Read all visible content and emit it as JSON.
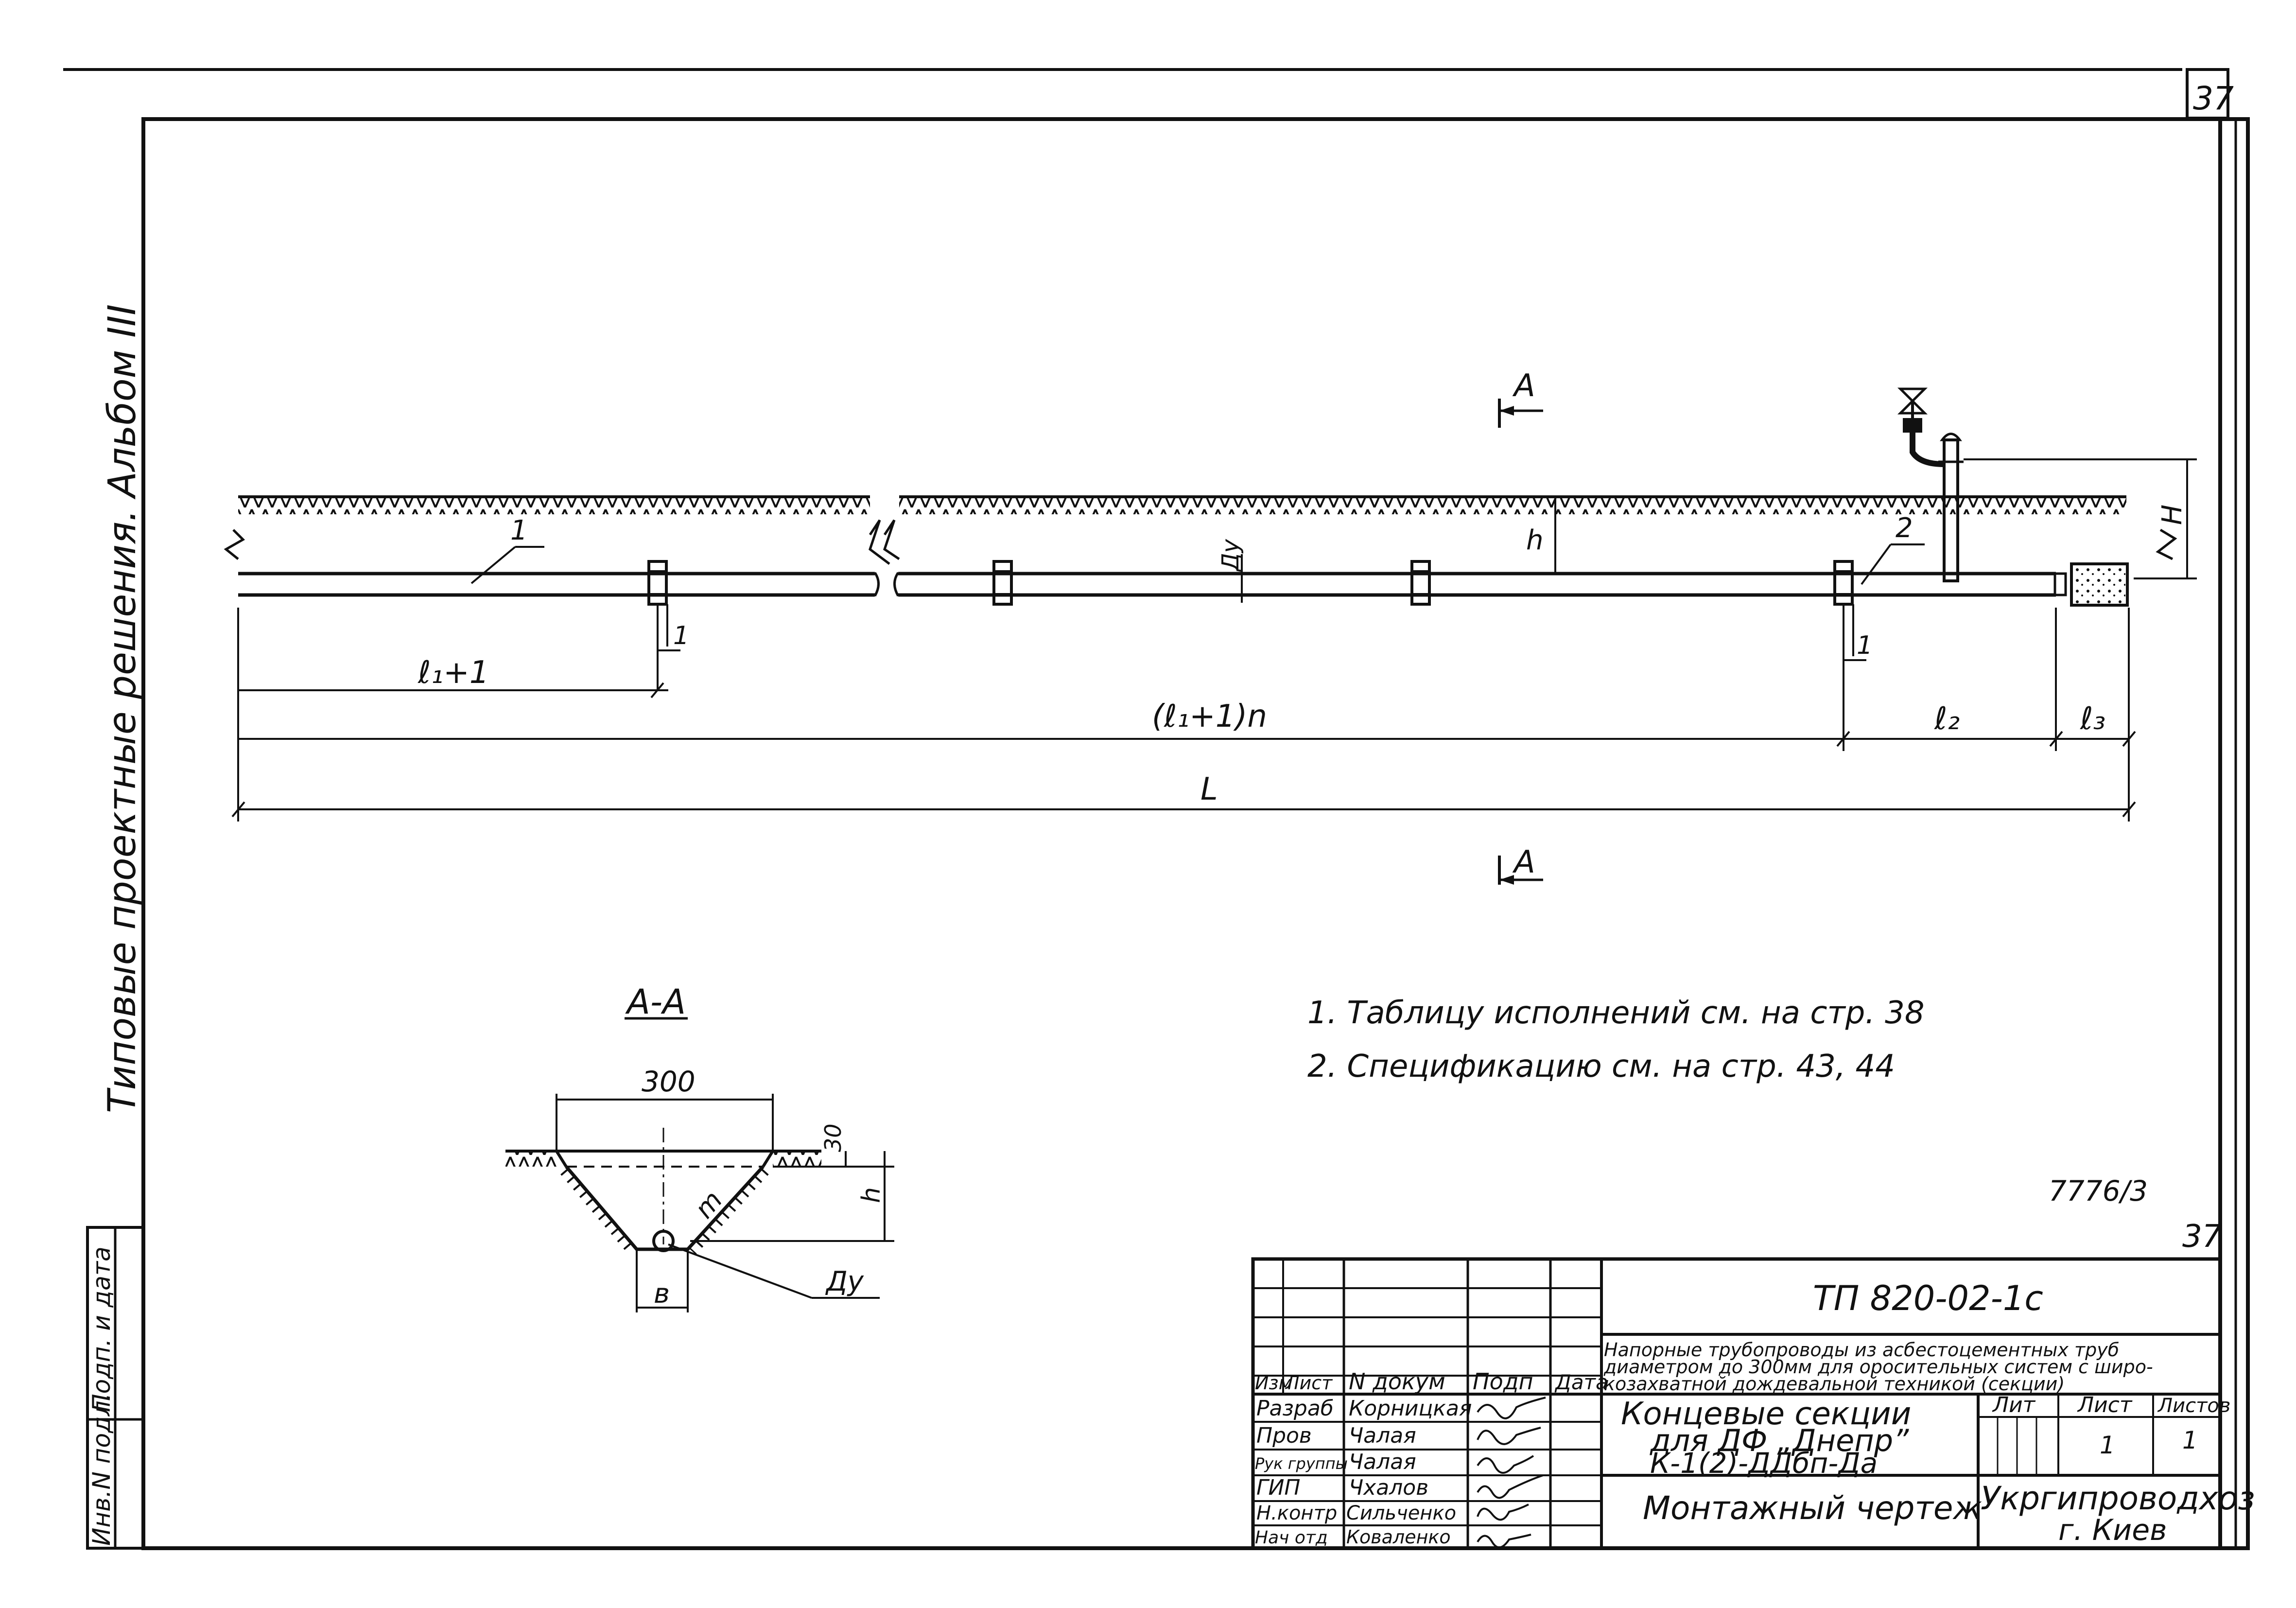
{
  "page_number": "37",
  "album_side_text": "Типовые  проектные  решения.  Альбом  III",
  "side_stamp": {
    "inv_no": "Инв.N подл.",
    "sign_date": "Подп. и дата"
  },
  "plan": {
    "section_marker": "A",
    "dimensions": {
      "l1_plus_1": "ℓ₁+1",
      "l1_plus_1_n": "(ℓ₁+1)n",
      "l2": "ℓ₂",
      "l3": "ℓ₃",
      "L": "L",
      "H": "H",
      "h": "h",
      "du": "Ду"
    },
    "callouts": {
      "pos1": "1",
      "pos2": "2",
      "leg1_a": "1",
      "leg1_b": "1"
    }
  },
  "section_aa": {
    "title": "А-А",
    "width": "300",
    "depth_top": "30",
    "h": "h",
    "m": "m",
    "b": "в",
    "du": "Ду"
  },
  "notes": [
    "1.  Таблицу  исполнений  см.   на  стр. 38",
    "2.  Спецификацию  см.  на  стр. 43, 44"
  ],
  "archive_no": "7776/3",
  "sheet_no": "37",
  "title_block": {
    "doc_code": "ТП 820-02-1с",
    "description": [
      "Напорные трубопроводы из асбестоцементных труб",
      "диаметром до 300мм для оросительных систем с широ-",
      "козахватной дождевальной техникой   (секции)"
    ],
    "header_cols": [
      "Изм",
      "Лист",
      "N докум",
      "Подп",
      "Дата"
    ],
    "roles": [
      {
        "role": "Разраб",
        "name": "Корницкая"
      },
      {
        "role": "Пров",
        "name": "Чалая"
      },
      {
        "role": "Рук группы",
        "name": "Чалая"
      },
      {
        "role": "ГИП",
        "name": "Чхалов"
      },
      {
        "role": "Н.контр",
        "name": "Сильченко"
      },
      {
        "role": "Нач отд",
        "name": "Коваленко"
      }
    ],
    "title_lines": [
      "Концевые секции",
      "для ДФ „Днепр”",
      "К-1(2)-ДДбп-Дa"
    ],
    "lit_label": "Лит",
    "sheet_label": "Лист",
    "sheets_label": "Листов",
    "sheet_value": "1",
    "sheets_value": "1",
    "drawing_type": "Монтажный чертеж",
    "org": "Укргипроводхоз",
    "city": "г. Киев"
  }
}
